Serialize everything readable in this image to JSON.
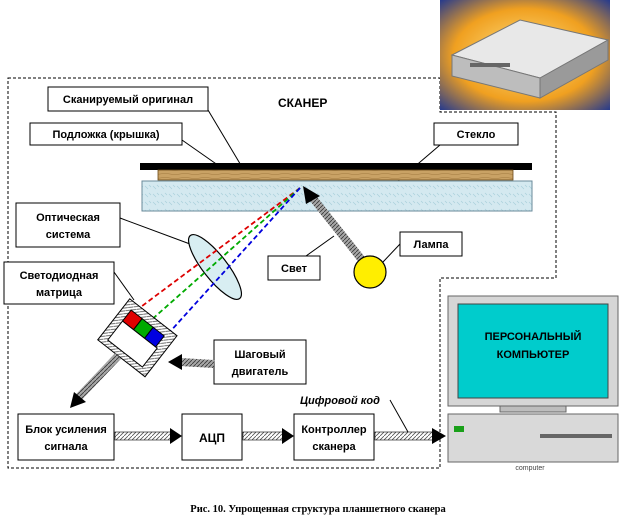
{
  "labels": {
    "scanned_original": "Сканируемый оригинал",
    "scanner": "СКАНЕР",
    "substrate": "Подложка (крышка)",
    "glass": "Стекло",
    "optical_line1": "Оптическая",
    "optical_line2": "система",
    "lamp": "Лампа",
    "light": "Свет",
    "led_line1": "Светодиодная",
    "led_line2": "матрица",
    "stepper_line1": "Шаговый",
    "stepper_line2": "двигатель",
    "digital_code": "Цифровой код",
    "amp_line1": "Блок усиления",
    "amp_line2": "сигнала",
    "adc": "АЦП",
    "ctrl_line1": "Контроллер",
    "ctrl_line2": "сканера",
    "pc_line1": "ПЕРСОНАЛЬНЫЙ",
    "pc_line2": "КОМПЬЮТЕР",
    "computer_brand": "computer"
  },
  "caption": "Рис. 10. Упрощенная структура планшетного сканера",
  "colors": {
    "lamp": "#ffee00",
    "ray_red": "#dd0000",
    "ray_green": "#00aa00",
    "ray_blue": "#0000dd",
    "pc_screen": "#00cccc",
    "wood": "#c8a064",
    "glass": "#cfe6ee"
  }
}
